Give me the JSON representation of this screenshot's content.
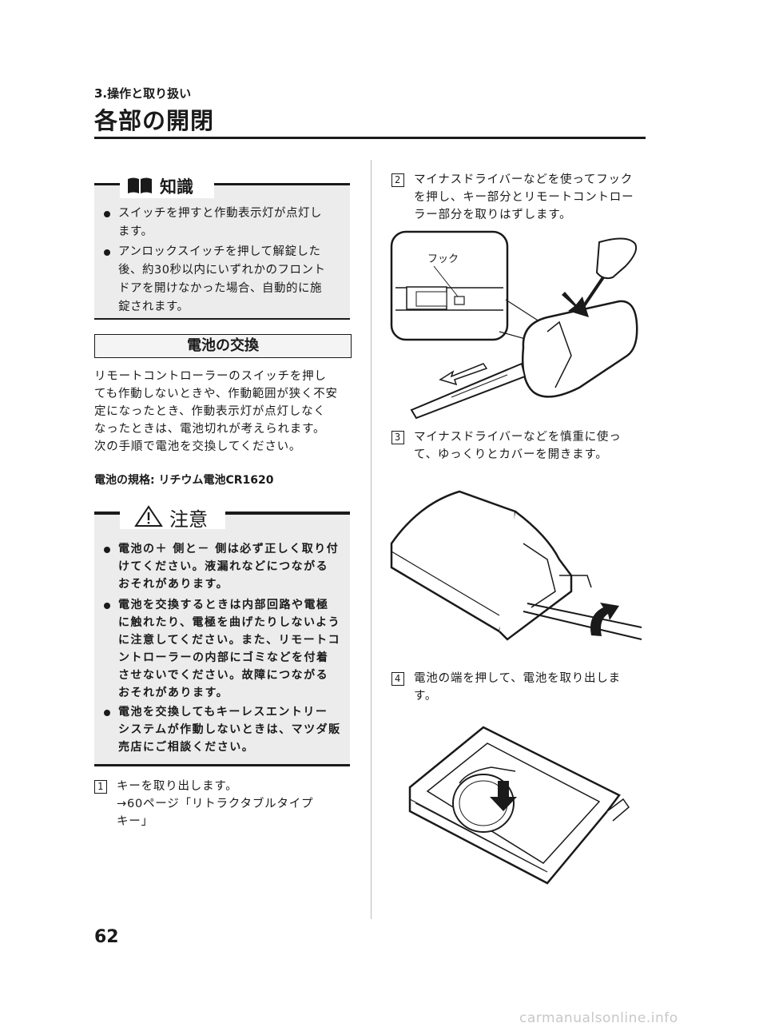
{
  "header": {
    "chapter": "3.操作と取り扱い",
    "section_title": "各部の開閉"
  },
  "knowledge": {
    "title": "知識",
    "items": [
      "スイッチを押すと作動表示灯が点灯し|ます。",
      "アンロックスイッチを押して解錠した|後、約30秒以内にいずれかのフロント|ドアを開けなかった場合、自動的に施|錠されます。"
    ]
  },
  "battery": {
    "heading": "電池の交換",
    "body": [
      "リモートコントローラーのスイッチを押し",
      "ても作動しないときや、作動範囲が狭く不安",
      "定になったとき、作動表示灯が点灯しなく",
      "なったときは、電池切れが考えられます。",
      "次の手順で電池を交換してください。"
    ],
    "spec": "電池の規格: リチウム電池CR1620"
  },
  "caution": {
    "title": "注意",
    "items": [
      "電池の＋ 側と－ 側は必ず正しく取り付|けてください。液漏れなどにつながる|おそれがあります。",
      "電池を交換するときは内部回路や電極|に触れたり、電極を曲げたりしないよう|に注意してください。また、リモートコ|ントローラーの内部にゴミなどを付着|させないでください。故障につながる|おそれがあります。",
      "電池を交換してもキーレスエントリー|システムが作動しないときは、マツダ販|売店にご相談ください。"
    ]
  },
  "steps": [
    {
      "num": "1",
      "text": "キーを取り出します。|→60ページ「リトラクタブルタイプ|キー」"
    },
    {
      "num": "2",
      "text": "マイナスドライバーなどを使ってフック|を押し、キー部分とリモートコントロー|ラー部分を取りはずします。"
    },
    {
      "num": "3",
      "text": "マイナスドライバーなどを慎重に使っ|て、ゆっくりとカバーを開きます。"
    },
    {
      "num": "4",
      "text": "電池の端を押して、電池を取り出しま|す。"
    }
  ],
  "figure_labels": {
    "hook": "フック"
  },
  "page_number": "62",
  "watermark": "carmanualsonline.info"
}
